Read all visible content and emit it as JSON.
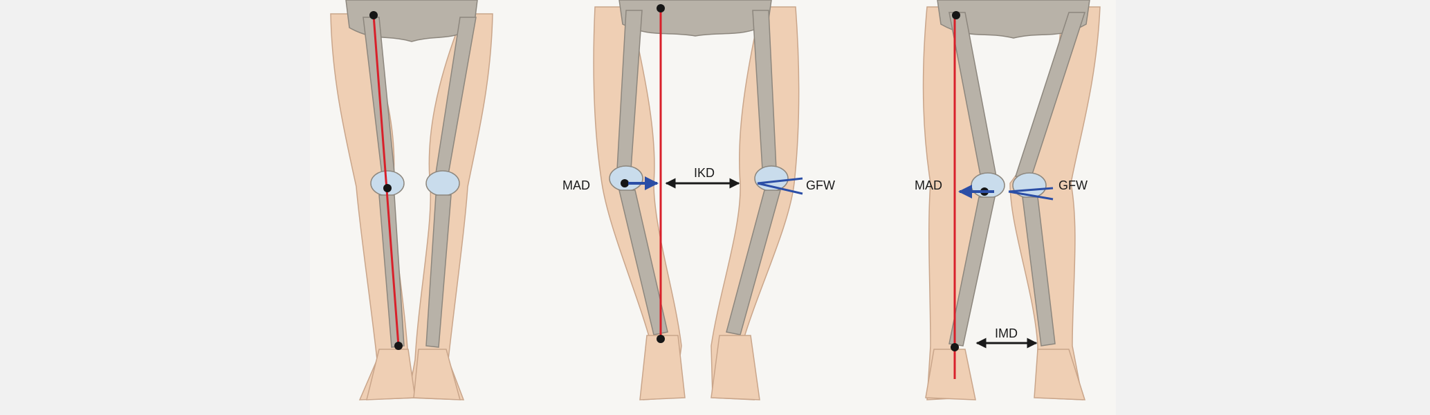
{
  "colors": {
    "background": "#f1f1f1",
    "panel": "#f7f6f3",
    "skin": "#efcfb4",
    "skin_outline": "#c9a58a",
    "bone": "#b8b2a8",
    "bone_outline": "#8c867d",
    "cartilage": "#c9dcec",
    "mechanical_axis": "#d8202a",
    "measure_blue": "#2b4ea6",
    "measure_black": "#1a1a1a",
    "point": "#161616"
  },
  "labels": {
    "mad_middle": "MAD",
    "ikd": "IKD",
    "gfw_middle": "GFW",
    "mad_right": "MAD",
    "gfw_right": "GFW",
    "imd": "IMD"
  }
}
